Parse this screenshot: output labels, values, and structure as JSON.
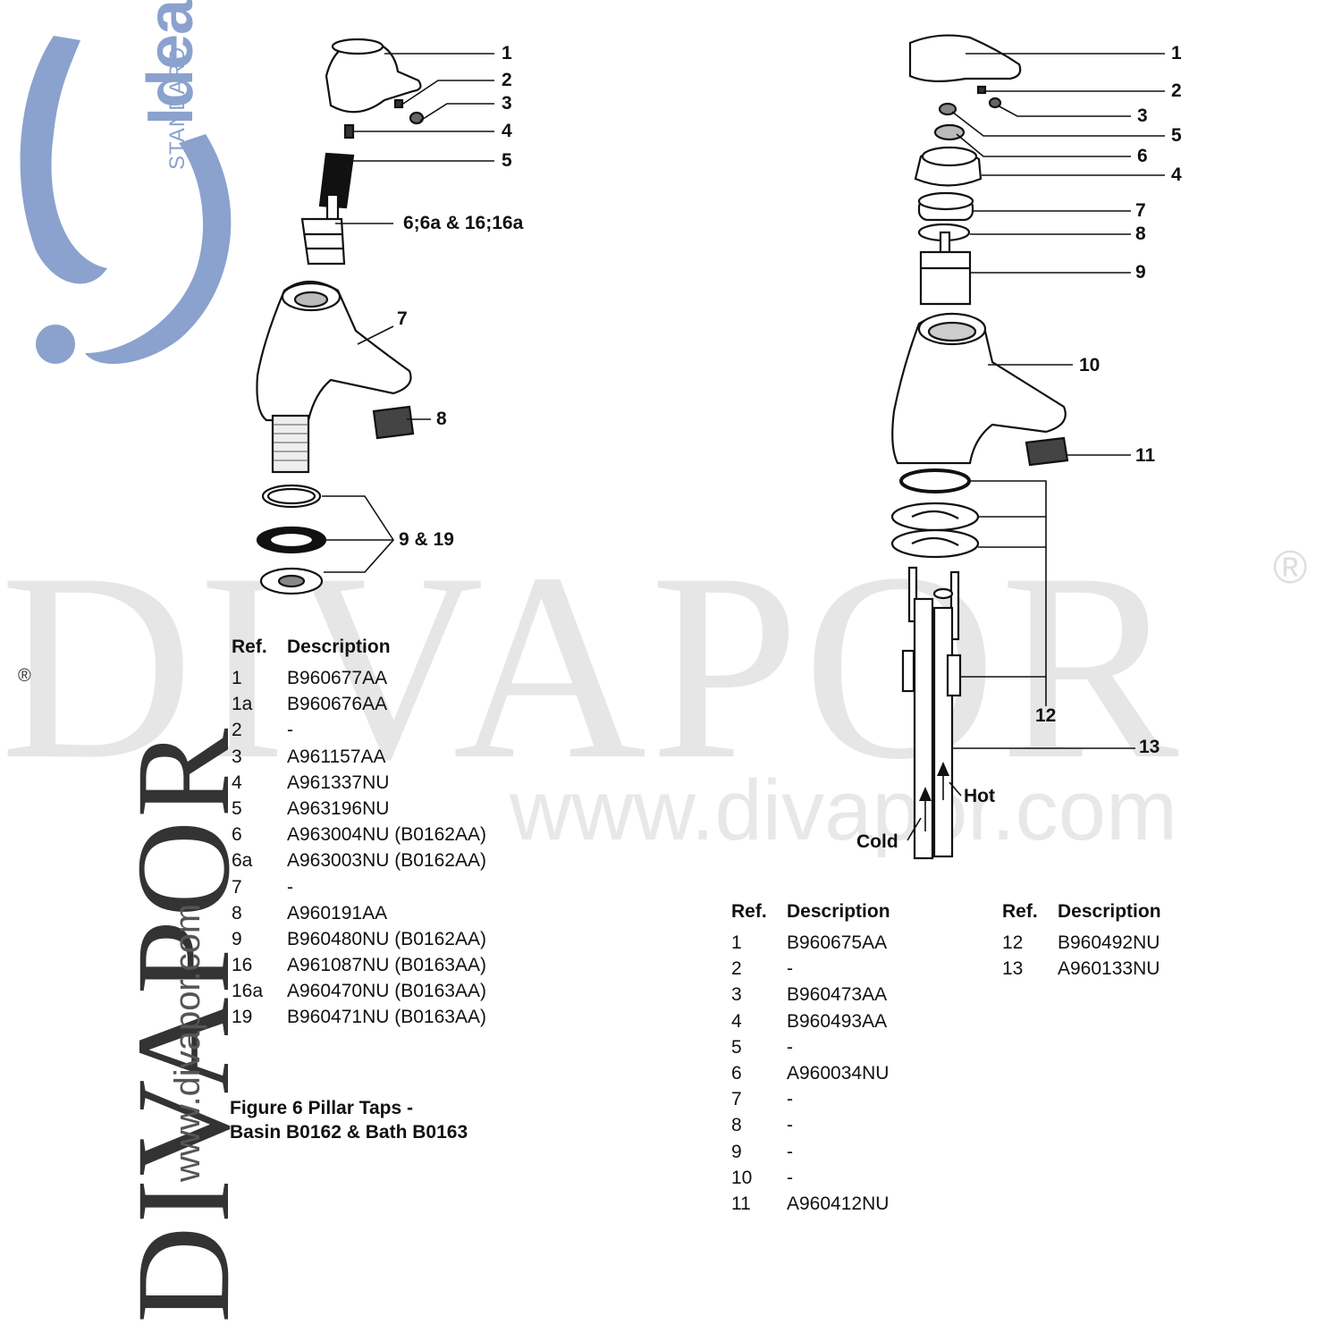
{
  "watermark": {
    "brand": "DIVAPOR",
    "registered": "®",
    "url": "www.divapor.com"
  },
  "sidebar": {
    "brand": "DIVAPOR",
    "registered": "®",
    "url": "www.divapor.com"
  },
  "logo": {
    "name": "Ideal",
    "tagline": "STANDARD"
  },
  "left_diagram": {
    "callouts": {
      "c1": "1",
      "c2": "2",
      "c3": "3",
      "c4": "4",
      "c5": "5",
      "c6": "6;6a & 16;16a",
      "c7": "7",
      "c8": "8",
      "c9": "9 & 19"
    }
  },
  "right_diagram": {
    "callouts": {
      "c1": "1",
      "c2": "2",
      "c3": "3",
      "c5": "5",
      "c6": "6",
      "c4": "4",
      "c7": "7",
      "c8": "8",
      "c9": "9",
      "c10": "10",
      "c11": "11",
      "c12": "12",
      "c13": "13",
      "hot": "Hot",
      "cold": "Cold"
    }
  },
  "left_table": {
    "header": {
      "ref": "Ref.",
      "desc": "Description"
    },
    "rows": [
      {
        "ref": "1",
        "desc": "B960677AA"
      },
      {
        "ref": "1a",
        "desc": "B960676AA"
      },
      {
        "ref": "2",
        "desc": "-"
      },
      {
        "ref": "3",
        "desc": "A961157AA"
      },
      {
        "ref": "4",
        "desc": "A961337NU"
      },
      {
        "ref": "5",
        "desc": "A963196NU"
      },
      {
        "ref": "6",
        "desc": "A963004NU (B0162AA)"
      },
      {
        "ref": "6a",
        "desc": "A963003NU (B0162AA)"
      },
      {
        "ref": "7",
        "desc": "-"
      },
      {
        "ref": "8",
        "desc": "A960191AA"
      },
      {
        "ref": "9",
        "desc": "B960480NU (B0162AA)"
      },
      {
        "ref": "16",
        "desc": "A961087NU (B0163AA)"
      },
      {
        "ref": "16a",
        "desc": "A960470NU (B0163AA)"
      },
      {
        "ref": "19",
        "desc": "B960471NU (B0163AA)"
      }
    ]
  },
  "caption": {
    "line1": "Figure 6  Pillar Taps -",
    "line2": "Basin B0162 & Bath B0163"
  },
  "right_table_1": {
    "header": {
      "ref": "Ref.",
      "desc": "Description"
    },
    "rows": [
      {
        "ref": "1",
        "desc": "B960675AA"
      },
      {
        "ref": "2",
        "desc": "-"
      },
      {
        "ref": "3",
        "desc": "B960473AA"
      },
      {
        "ref": "4",
        "desc": "B960493AA"
      },
      {
        "ref": "5",
        "desc": "-"
      },
      {
        "ref": "6",
        "desc": "A960034NU"
      },
      {
        "ref": "7",
        "desc": "-"
      },
      {
        "ref": "8",
        "desc": "-"
      },
      {
        "ref": "9",
        "desc": "-"
      },
      {
        "ref": "10",
        "desc": "-"
      },
      {
        "ref": "11",
        "desc": "A960412NU"
      }
    ]
  },
  "right_table_2": {
    "header": {
      "ref": "Ref.",
      "desc": "Description"
    },
    "rows": [
      {
        "ref": "12",
        "desc": "B960492NU"
      },
      {
        "ref": "13",
        "desc": "A960133NU"
      }
    ]
  },
  "colors": {
    "logo_blue": "#8aa2cd",
    "watermark": "#e6e6e6",
    "line": "#111111"
  }
}
